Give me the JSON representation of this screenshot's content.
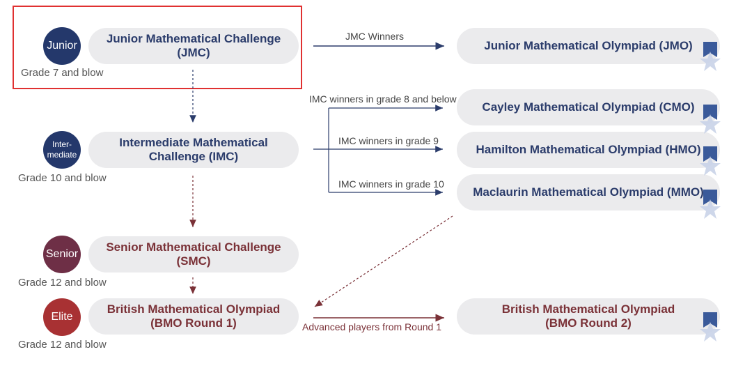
{
  "levels": [
    {
      "badge": "Junior",
      "badge_color": "#24386b",
      "title": "Junior Mathematical Challenge\n(JMC)",
      "grade": "Grade 7 and blow"
    },
    {
      "badge": "Inter-\nmediate",
      "badge_color": "#24386b",
      "title": "Intermediate Mathematical\nChallenge (IMC)",
      "grade": "Grade 10 and blow"
    },
    {
      "badge": "Senior",
      "badge_color": "#6e2f46",
      "title": "Senior Mathematical Challenge\n(SMC)",
      "grade": "Grade 12 and blow"
    },
    {
      "badge": "Elite",
      "badge_color": "#a83133",
      "title": "British Mathematical Olympiad\n(BMO Round 1)",
      "grade": "Grade 12 and blow"
    }
  ],
  "olympiads": [
    {
      "title": "Junior Mathematical Olympiad (JMO)"
    },
    {
      "title": "Cayley Mathematical Olympiad (CMO)"
    },
    {
      "title": "Hamilton Mathematical Olympiad (HMO)"
    },
    {
      "title": "Maclaurin Mathematical Olympiad (MMO)"
    },
    {
      "title": "British Mathematical Olympiad\n(BMO Round 2)"
    }
  ],
  "edges": {
    "jmc_winners": "JMC Winners",
    "imc_grade8": "IMC winners in grade 8 and below",
    "imc_grade9": "IMC winners in grade 9",
    "imc_grade10": "IMC winners in grade 10",
    "advanced": "Advanced players from Round 1"
  },
  "colors": {
    "navy": "#2b3c6b",
    "maroon": "#7a3137",
    "pill": "#ebebed",
    "highlight": "#e03131",
    "badge_icon": "#3a5a9a"
  }
}
